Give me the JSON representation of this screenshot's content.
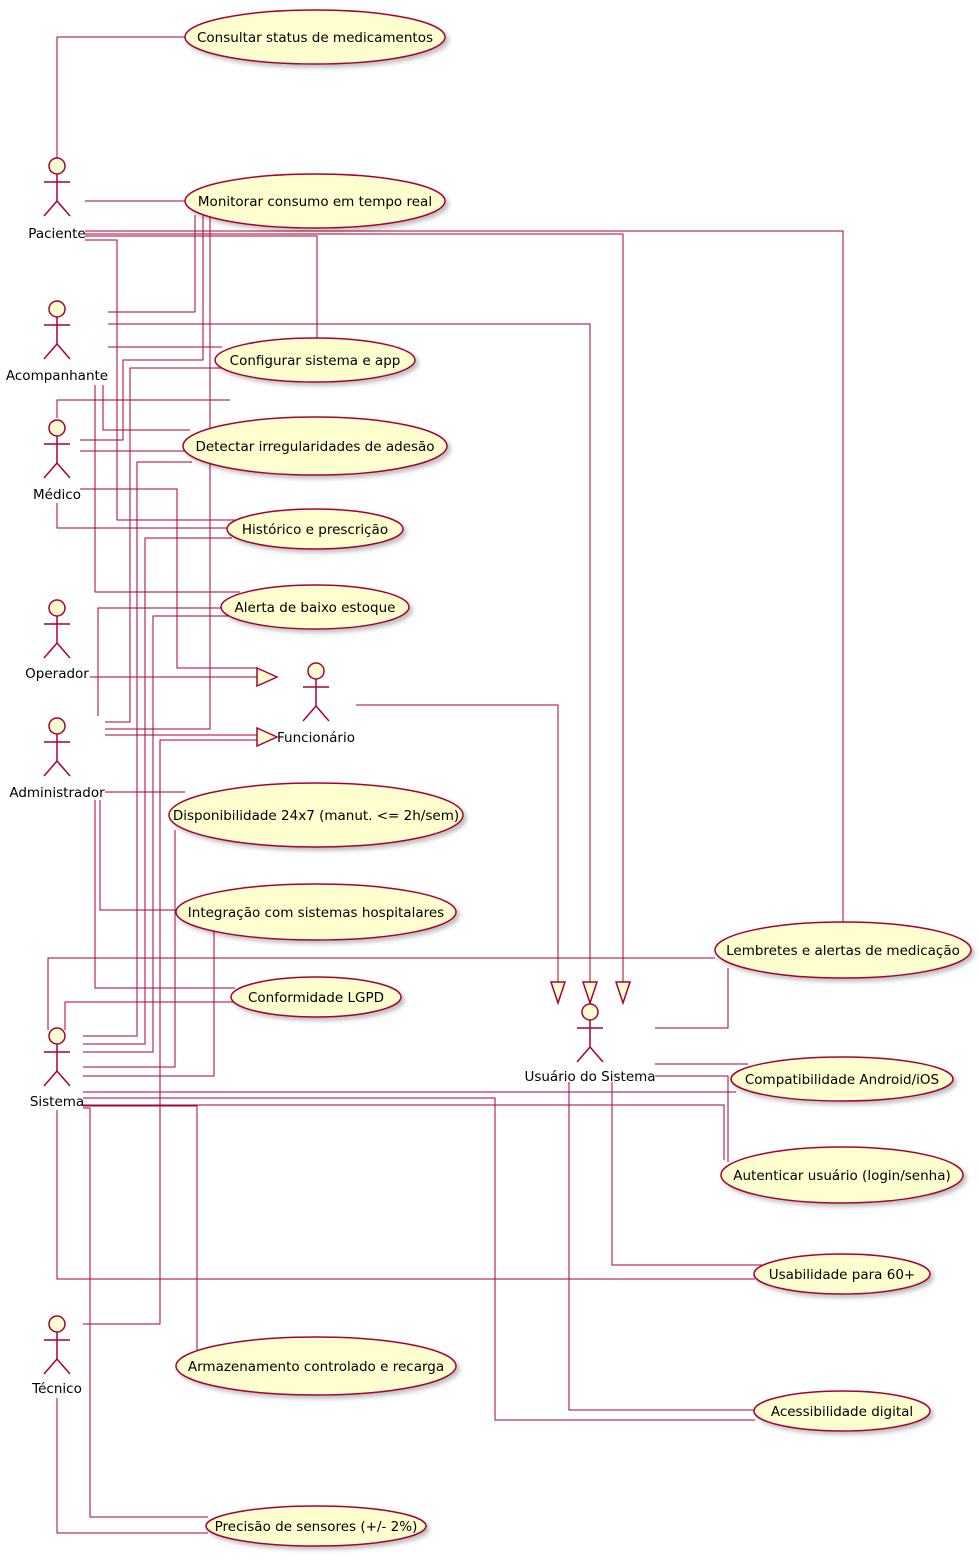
{
  "colors": {
    "line": "#A80036",
    "fill": "#FEFECE",
    "background": "#FFFFFF"
  },
  "actors": {
    "paciente": "Paciente",
    "acompanhante": "Acompanhante",
    "medico": "Médico",
    "operador": "Operador",
    "administrador": "Administrador",
    "funcionario": "Funcionário",
    "sistema": "Sistema",
    "tecnico": "Técnico",
    "usuario": "Usuário do Sistema"
  },
  "use_cases": {
    "consultar": "Consultar status de medicamentos",
    "monitorar": "Monitorar consumo em tempo real",
    "configurar": "Configurar sistema e app",
    "detectar": "Detectar irregularidades de adesão",
    "historico": "Histórico e prescrição",
    "alerta": "Alerta de baixo estoque",
    "disponibilidade": "Disponibilidade 24x7 (manut. <= 2h/sem)",
    "integracao": "Integração com sistemas hospitalares",
    "lgpd": "Conformidade LGPD",
    "lembretes": "Lembretes e alertas de medicação",
    "compatibilidade": "Compatibilidade Android/iOS",
    "autenticar": "Autenticar usuário (login/senha)",
    "usabilidade": "Usabilidade para 60+",
    "armazenamento": "Armazenamento controlado e recarga",
    "acessibilidade": "Acessibilidade digital",
    "precisao": "Precisão de sensores (+/- 2%)"
  }
}
